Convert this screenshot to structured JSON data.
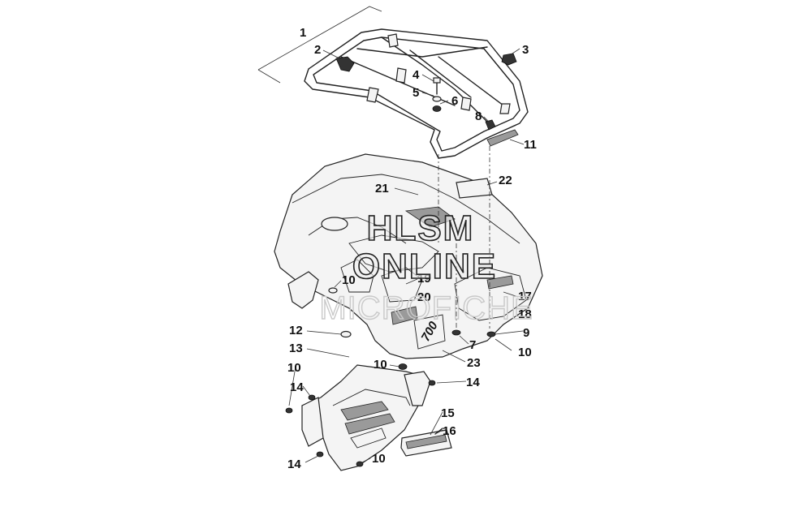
{
  "diagram": {
    "callouts": [
      "1",
      "2",
      "3",
      "4",
      "5",
      "6",
      "8",
      "11",
      "22",
      "21",
      "10",
      "19",
      "20",
      "17",
      "18",
      "12",
      "9",
      "7",
      "10",
      "13",
      "10",
      "23",
      "14",
      "10",
      "14",
      "15",
      "16",
      "14",
      "10"
    ]
  },
  "watermark": {
    "line1": "HLSM",
    "line2": "ONLINE",
    "line3": "MICROFICHE"
  }
}
